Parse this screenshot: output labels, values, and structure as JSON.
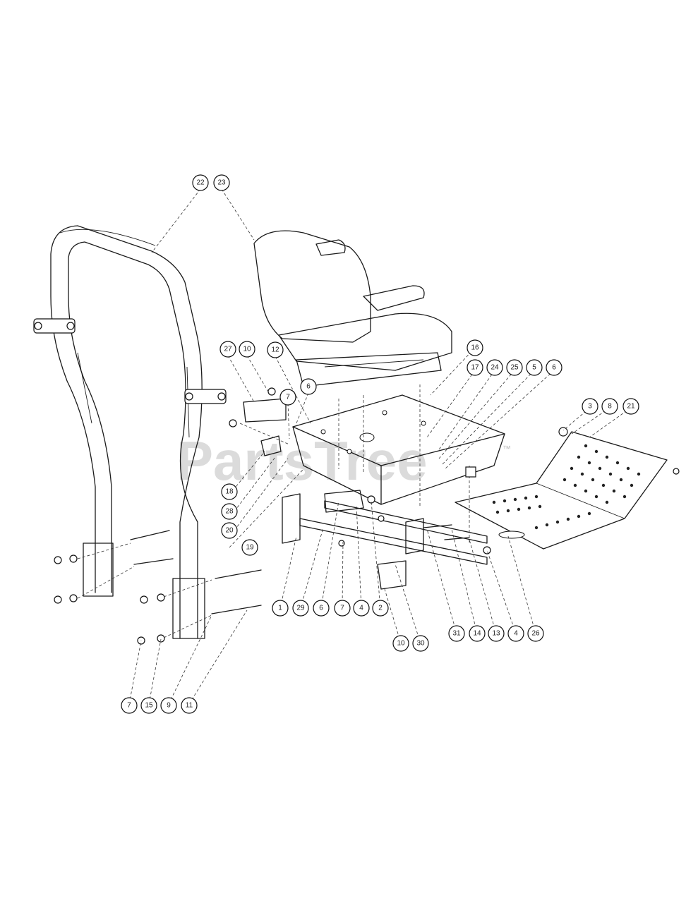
{
  "watermark": {
    "text": "PartsTree",
    "trademark": "™"
  },
  "callouts": [
    {
      "id": "c-22",
      "label": "22"
    },
    {
      "id": "c-23",
      "label": "23"
    },
    {
      "id": "c-27",
      "label": "27"
    },
    {
      "id": "c-10a",
      "label": "10"
    },
    {
      "id": "c-12",
      "label": "12"
    },
    {
      "id": "c-7a",
      "label": "7"
    },
    {
      "id": "c-6a",
      "label": "6"
    },
    {
      "id": "c-16",
      "label": "16"
    },
    {
      "id": "c-17",
      "label": "17"
    },
    {
      "id": "c-24",
      "label": "24"
    },
    {
      "id": "c-25",
      "label": "25"
    },
    {
      "id": "c-5",
      "label": "5"
    },
    {
      "id": "c-6b",
      "label": "6"
    },
    {
      "id": "c-3a",
      "label": "3"
    },
    {
      "id": "c-8",
      "label": "8"
    },
    {
      "id": "c-21",
      "label": "21"
    },
    {
      "id": "c-18",
      "label": "18"
    },
    {
      "id": "c-28",
      "label": "28"
    },
    {
      "id": "c-20",
      "label": "20"
    },
    {
      "id": "c-19",
      "label": "19"
    },
    {
      "id": "c-1",
      "label": "1"
    },
    {
      "id": "c-29",
      "label": "29"
    },
    {
      "id": "c-6c",
      "label": "6"
    },
    {
      "id": "c-7b",
      "label": "7"
    },
    {
      "id": "c-4a",
      "label": "4"
    },
    {
      "id": "c-2",
      "label": "2"
    },
    {
      "id": "c-10b",
      "label": "10"
    },
    {
      "id": "c-30",
      "label": "30"
    },
    {
      "id": "c-31",
      "label": "31"
    },
    {
      "id": "c-14",
      "label": "14"
    },
    {
      "id": "c-13",
      "label": "13"
    },
    {
      "id": "c-4b",
      "label": "4"
    },
    {
      "id": "c-26",
      "label": "26"
    },
    {
      "id": "c-7c",
      "label": "7"
    },
    {
      "id": "c-15",
      "label": "15"
    },
    {
      "id": "c-9",
      "label": "9"
    },
    {
      "id": "c-11",
      "label": "11"
    }
  ]
}
